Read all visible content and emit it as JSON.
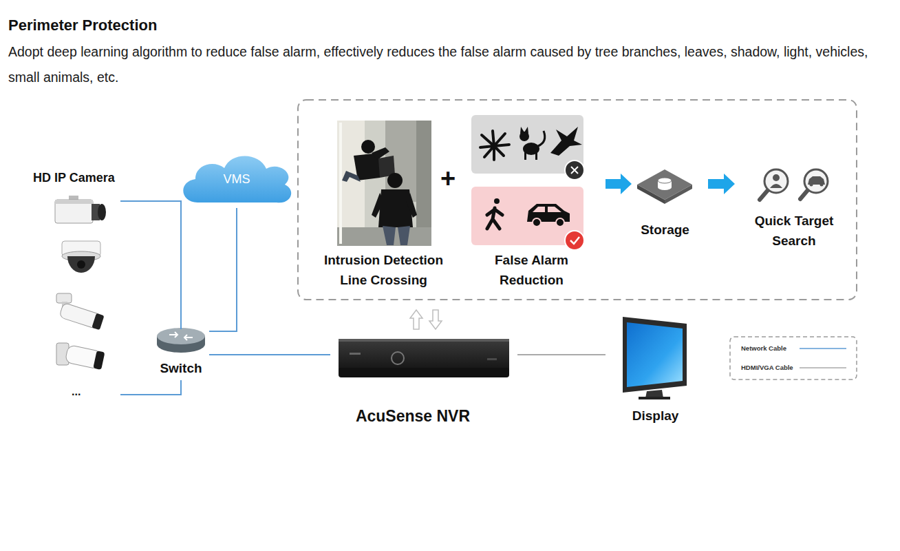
{
  "diagram": {
    "title": "Perimeter Protection",
    "caption": "Adopt deep learning algorithm to reduce false alarm, effectively reduces the false alarm caused by tree branches, leaves, shadow, light, vehicles, small animals, etc.",
    "nodes": [
      {
        "text": [
          "HD IP Camera",
          "..."
        ]
      },
      {
        "text": [
          "VMS"
        ]
      },
      {
        "text": [
          "Intrusion Detection Line Crossing"
        ]
      },
      {
        "text": [
          "False Alarm Reduction"
        ]
      },
      {
        "text": [
          "Storage"
        ]
      },
      {
        "text": [
          "Quick Target Search"
        ]
      },
      {
        "text": [
          "Switch"
        ]
      },
      {
        "text": [
          "AcuSense NVR"
        ]
      },
      {
        "text": [
          "Display"
        ]
      }
    ],
    "edges": [
      {
        "from": 0,
        "to": 6,
        "arrow": "none"
      },
      {
        "from": 6,
        "to": 1,
        "arrow": "none"
      },
      {
        "from": 6,
        "to": 7,
        "arrow": "none"
      },
      {
        "from": 7,
        "to": 8,
        "arrow": "none"
      },
      {
        "from": 3,
        "to": 4,
        "arrow": "to"
      },
      {
        "from": 4,
        "to": 5,
        "arrow": "to"
      }
    ],
    "labels": [
      "+"
    ],
    "legend": [
      {
        "text": "Network Cable"
      },
      {
        "text": "HDMI/VGA Cable"
      }
    ]
  }
}
